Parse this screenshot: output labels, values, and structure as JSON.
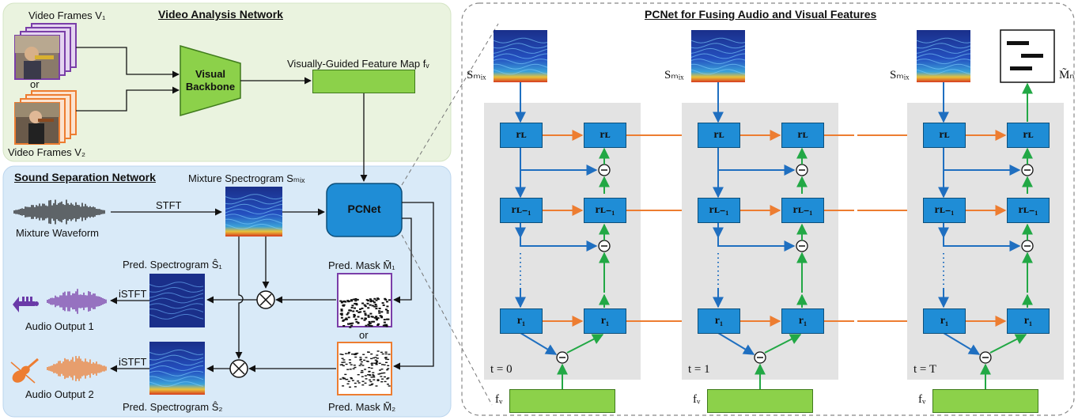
{
  "video_panel": {
    "title": "Video Analysis Network",
    "frames1_label": "Video Frames V₁",
    "or_label": "or",
    "frames2_label": "Video Frames V₂",
    "backbone_label": "Visual Backbone",
    "feature_map_label": "Visually-Guided Feature Map fᵥ"
  },
  "sound_panel": {
    "title": "Sound Separation Network",
    "mixture_spec_label": "Mixture Spectrogram Sₘᵢₓ",
    "stft_label": "STFT",
    "waveform_label": "Mixture Waveform",
    "pcnet_label": "PCNet",
    "pred_spec1_label": "Pred. Spectrogram Ŝ₁",
    "pred_spec2_label": "Pred. Spectrogram Ŝ₂",
    "istft1_label": "iSTFT",
    "istft2_label": "iSTFT",
    "audio1_label": "Audio Output 1",
    "audio2_label": "Audio Output 2",
    "mask1_label": "Pred. Mask M̃₁",
    "mask2_label": "Pred. Mask M̃₂",
    "or_label": "or"
  },
  "pcnet_panel": {
    "title": "PCNet for Fusing Audio and Visual Features",
    "smix_label": "Sₘᵢₓ",
    "mask_out_label": "M̃ₙ",
    "fv_label": "fᵥ",
    "node_rL": "rʟ",
    "node_rL1": "rʟ₋₁",
    "node_r1": "r₁",
    "ellipsis": "· · ·",
    "steps": [
      "t = 0",
      "t = 1",
      "t = T"
    ]
  },
  "colors": {
    "video_bg": "#eaf3df",
    "sound_bg": "#d9eaf8",
    "node_blue": "#1f8dd6",
    "feature_green": "#8cd14a",
    "arrow_orange": "#ed7d31",
    "arrow_blue": "#1f6fc0",
    "arrow_green": "#22a845",
    "frame_purple": "#7a3ea8",
    "frame_orange": "#ed7d31"
  }
}
